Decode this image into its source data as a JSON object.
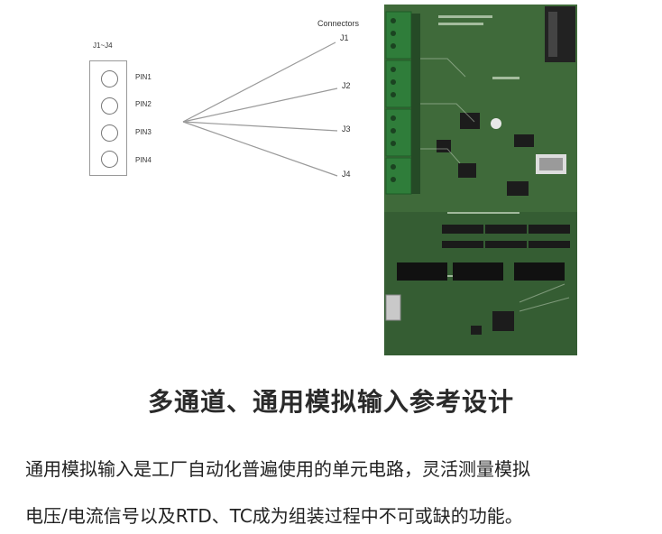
{
  "figure": {
    "connector_title": "Connectors",
    "pin_header_title": "J1~J4",
    "pins": [
      "PIN1",
      "PIN2",
      "PIN3",
      "PIN4"
    ],
    "jacks": [
      "J1",
      "J2",
      "J3",
      "J4"
    ],
    "board_colors": {
      "pcb": "#3f6a3a",
      "pcb_dark": "#2c4e2a",
      "terminal": "#2f7d3a",
      "chip": "#1c1c1c"
    }
  },
  "heading": "多通道、通用模拟输入参考设计",
  "paragraph": {
    "line1": "通用模拟输入是工厂自动化普遍使用的单元电路，灵活测量模拟",
    "line2": "电压/电流信号以及RTD、TC成为组装过程中不可或缺的功能。"
  }
}
